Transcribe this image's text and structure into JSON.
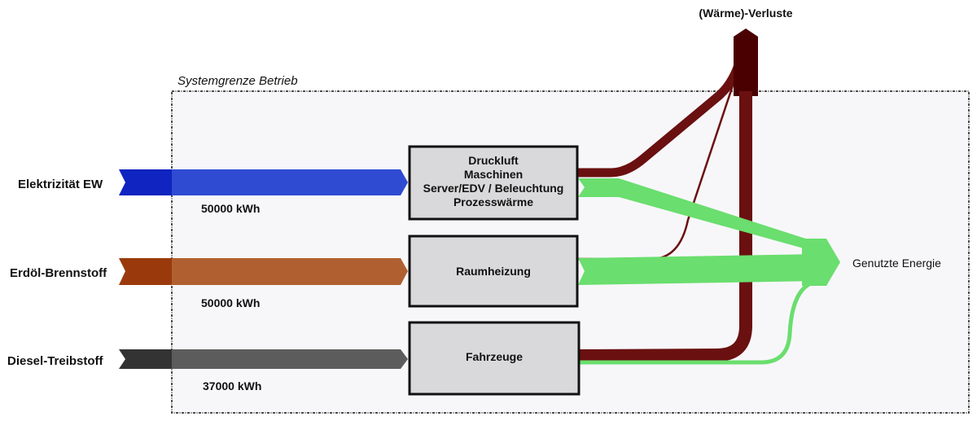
{
  "system_boundary": {
    "label": "Systemgrenze Betrieb"
  },
  "sources": [
    {
      "label": "Elektrizität EW",
      "value_label": "50000 kWh",
      "color": "#0f24c0",
      "color_inside": "#2f4bd2"
    },
    {
      "label": "Erdöl-Brennstoff",
      "value_label": "50000 kWh",
      "color": "#9a3a0c",
      "color_inside": "#b06030"
    },
    {
      "label": "Diesel-Treibstoff",
      "value_label": "37000 kWh",
      "color": "#333333",
      "color_inside": "#5c5c5c"
    }
  ],
  "processes": [
    {
      "lines": [
        "Druckluft",
        "Maschinen",
        "Server/EDV / Beleuchtung",
        "Prozesswärme"
      ]
    },
    {
      "lines": [
        "Raumheizung"
      ]
    },
    {
      "lines": [
        "Fahrzeuge"
      ]
    }
  ],
  "sinks": {
    "losses": {
      "label": "(Wärme)-Verluste",
      "color": "#6a1010",
      "color_outside": "#4a0000"
    },
    "useful": {
      "label": "Genutzte Energie",
      "color": "#6ade6e"
    }
  }
}
